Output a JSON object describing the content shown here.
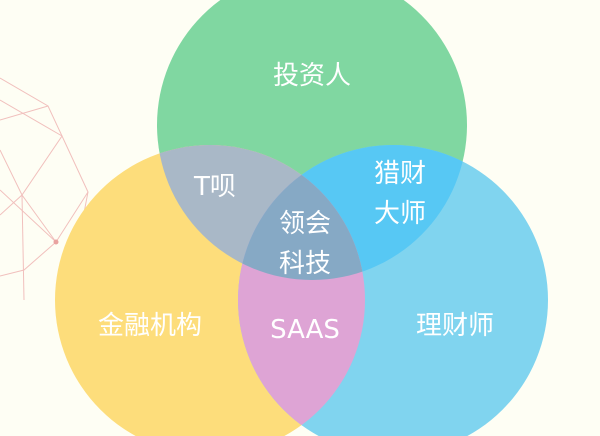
{
  "diagram": {
    "type": "venn",
    "sets": [
      {
        "label": "投资人",
        "color": "#80d7a1"
      },
      {
        "label": "金融机构",
        "color": "#fddd7b"
      },
      {
        "label": "理财师",
        "color": "#80d4ef"
      }
    ],
    "intersections": [
      {
        "label": "T呗",
        "sets": [
          "投资人",
          "金融机构"
        ],
        "color": "#a9b8c7"
      },
      {
        "label_line1": "猎财",
        "label_line2": "大师",
        "sets": [
          "投资人",
          "理财师"
        ],
        "color": "#57c8f4"
      },
      {
        "label": "SAAS",
        "sets": [
          "金融机构",
          "理财师"
        ],
        "color": "#dea4d5"
      },
      {
        "label_line1": "领会",
        "label_line2": "科技",
        "sets": [
          "投资人",
          "金融机构",
          "理财师"
        ],
        "color": "#86a9c5"
      }
    ]
  }
}
